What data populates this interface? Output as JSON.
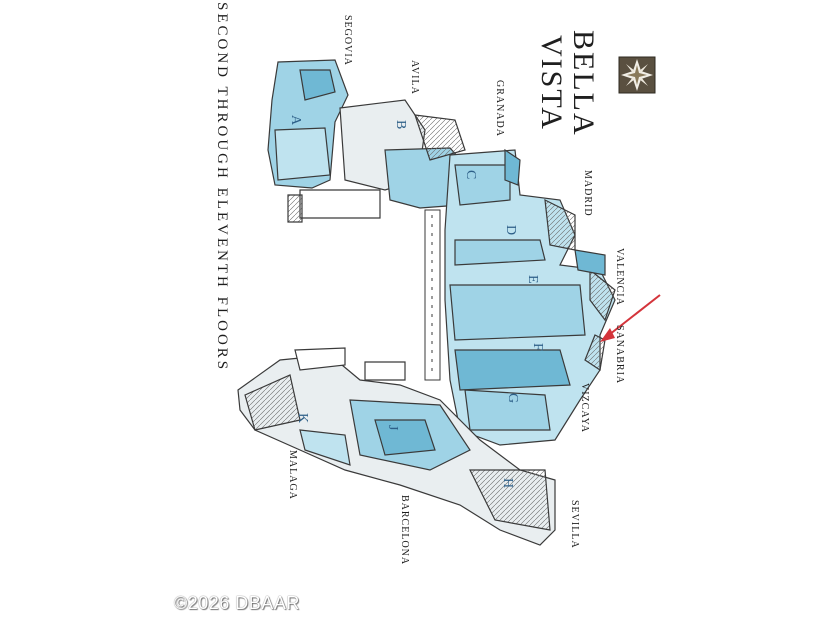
{
  "brand": {
    "name": "BELLA VISTA",
    "line1": "BELLA",
    "line2": "VISTA"
  },
  "floor_title": "SECOND THROUGH ELEVENTH FLOORS",
  "units": [
    {
      "name": "SEGOVIA"
    },
    {
      "name": "AVILA"
    },
    {
      "name": "GRANADA"
    },
    {
      "name": "MADRID"
    },
    {
      "name": "VALENCIA"
    },
    {
      "name": "SANABRIA"
    },
    {
      "name": "VIZCAYA"
    },
    {
      "name": "SEVILLA"
    },
    {
      "name": "BARCELONA"
    },
    {
      "name": "MALAGA"
    }
  ],
  "unit_letters": [
    "A",
    "B",
    "C",
    "D",
    "E",
    "F",
    "G",
    "H",
    "J",
    "K"
  ],
  "watermark": "©2026 DBAAR",
  "colors": {
    "pool_blue": "#9fd3e6",
    "deep_blue": "#6fb8d4",
    "line": "#3a3a3a",
    "arrow": "#d4343b"
  }
}
